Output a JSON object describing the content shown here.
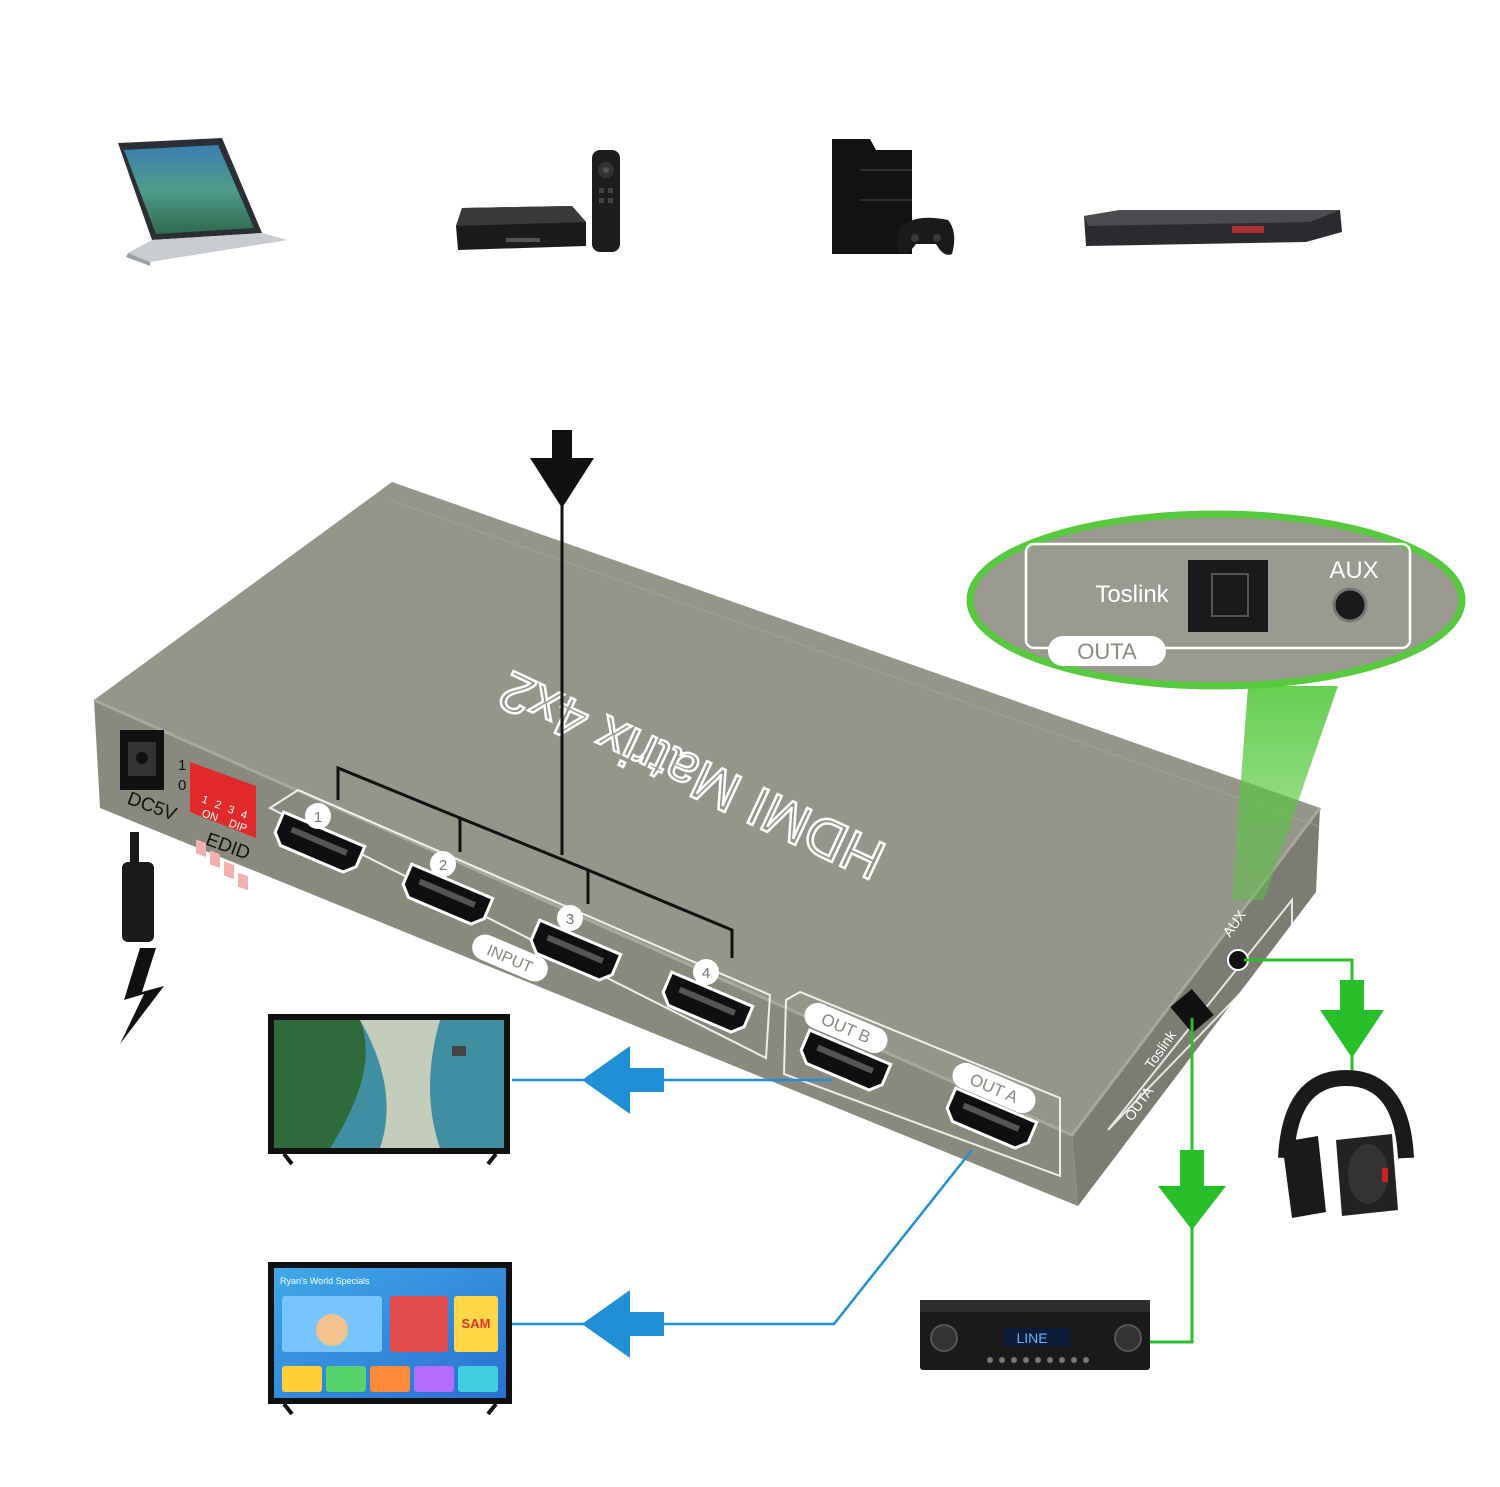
{
  "device": {
    "title": "HDMI Matrix 4x2",
    "power_label": "DC5V",
    "power_switch_marks": [
      "1",
      "0"
    ],
    "dip_label": "EDID",
    "dip_numbers": [
      "1",
      "2",
      "3",
      "4"
    ],
    "dip_on_label": "ON",
    "dip_dip_label": "DIP",
    "inputs_label": "INPUT",
    "input_numbers": [
      "1",
      "2",
      "3",
      "4"
    ],
    "output_b_label": "OUT B",
    "output_a_label": "OUT A",
    "side_toslink_label": "Toslink",
    "side_outa_label": "OUTA",
    "side_aux_label": "AUX"
  },
  "callout": {
    "toslink_label": "Toslink",
    "aux_label": "AUX",
    "outa_label": "OUTA"
  },
  "sources": [
    "laptop",
    "tv-box-with-remote",
    "game-console",
    "blu-ray-player"
  ],
  "colors": {
    "device_body": "#8c8b80",
    "device_top": "#96958a",
    "arrow_blue": "#1f8fd6",
    "arrow_green": "#28c028",
    "callout_green": "#56c93f",
    "black": "#111111"
  },
  "screen": {
    "tv2_title": "Ryan's World Specials",
    "tv2_show": "SAM"
  },
  "receiver": {
    "display_text": "LINE"
  }
}
